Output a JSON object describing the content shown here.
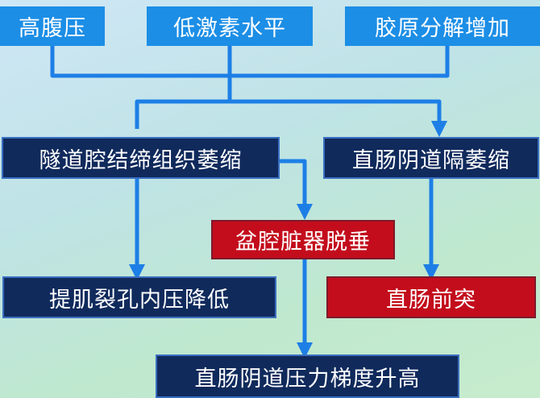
{
  "diagram": {
    "top_factors": [
      {
        "id": "high_abdominal_pressure",
        "label": "高腹压"
      },
      {
        "id": "low_hormone_level",
        "label": "低激素水平"
      },
      {
        "id": "collagen_breakdown",
        "label": "胶原分解增加"
      }
    ],
    "middle_nodes": [
      {
        "id": "vaginal_tissue_atrophy",
        "label": "隧道腔结缔组织萎缩"
      },
      {
        "id": "septum_atrophy",
        "label": "直肠阴道隔萎缩"
      },
      {
        "id": "pelvic_prolapse",
        "label": "盆腔脏器脱垂"
      }
    ],
    "outcomes": [
      {
        "id": "levator_pressure_low",
        "label": "提肌裂孔内压降低"
      },
      {
        "id": "rectocele",
        "label": "直肠前突"
      },
      {
        "id": "gradient_rise",
        "label": "直肠阴道压力梯度升高"
      }
    ],
    "colors": {
      "top_box": "#1c8ee6",
      "node_box": "#102a5c",
      "highlight_box": "#c30d1c",
      "connector": "#1d7fe6",
      "text": "#ffffff"
    }
  }
}
